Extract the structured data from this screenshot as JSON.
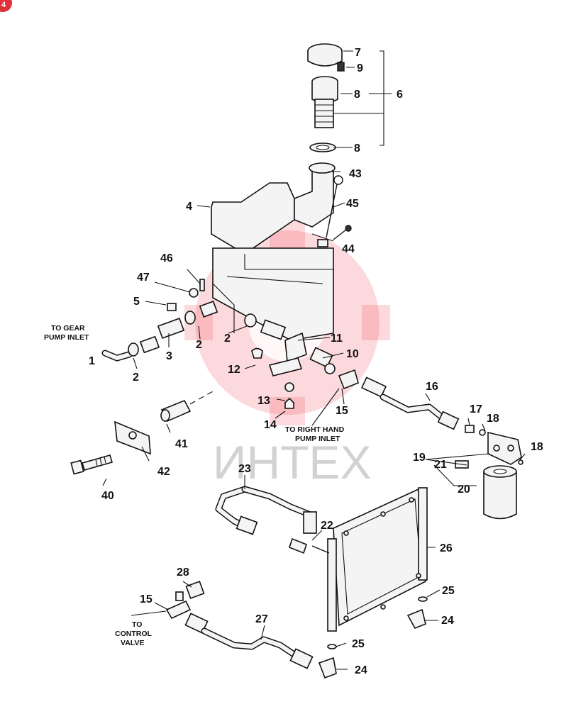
{
  "corner_badge": "4",
  "watermark_text": "ИНТЕХ",
  "callouts": {
    "n1": "1",
    "n2a": "2",
    "n2b": "2",
    "n2c": "2",
    "n3": "3",
    "n4": "4",
    "n5": "5",
    "n6": "6",
    "n7": "7",
    "n8a": "8",
    "n8b": "8",
    "n9": "9",
    "n10": "10",
    "n11": "11",
    "n12": "12",
    "n13": "13",
    "n14": "14",
    "n15a": "15",
    "n15b": "15",
    "n16": "16",
    "n17": "17",
    "n18a": "18",
    "n18b": "18",
    "n19": "19",
    "n20": "20",
    "n21": "21",
    "n22": "22",
    "n23": "23",
    "n24a": "24",
    "n24b": "24",
    "n25a": "25",
    "n25b": "25",
    "n26": "26",
    "n27": "27",
    "n28": "28",
    "n40": "40",
    "n41": "41",
    "n42": "42",
    "n43": "43",
    "n44": "44",
    "n45": "45",
    "n46": "46",
    "n47": "47"
  },
  "notes": {
    "gear_pump_l1": "TO GEAR",
    "gear_pump_l2": "PUMP INLET",
    "right_pump_l1": "TO RIGHT HAND",
    "right_pump_l2": "PUMP INLET",
    "control_l1": "TO",
    "control_l2": "CONTROL",
    "control_l3": "VALVE"
  },
  "colors": {
    "ink": "#111111",
    "watermark": "#f05060",
    "badge": "#e0303a"
  }
}
